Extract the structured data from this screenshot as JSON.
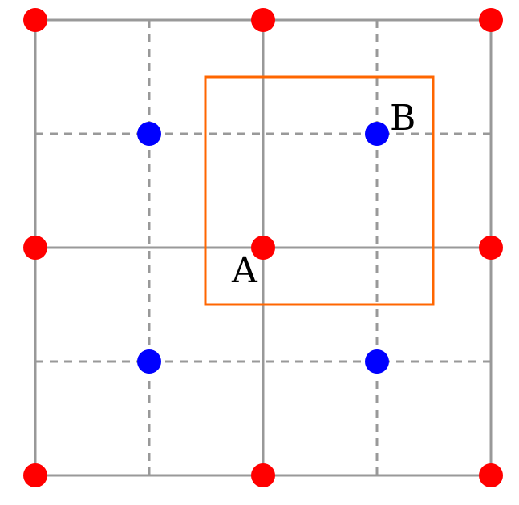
{
  "colors": {
    "background": "#ffffff",
    "grid_solid": "#999999",
    "grid_dashed": "#999999",
    "lattice_point_red": "#ff0000",
    "lattice_point_blue": "#0000ff",
    "highlight_square": "#ff6600",
    "label": "#000000"
  },
  "diagram": {
    "grid": {
      "solid_lines": 3,
      "dashed_lines": 2
    },
    "points": {
      "red_count": 9,
      "blue_count": 4
    },
    "labels": {
      "a": "A",
      "b": "B"
    }
  }
}
